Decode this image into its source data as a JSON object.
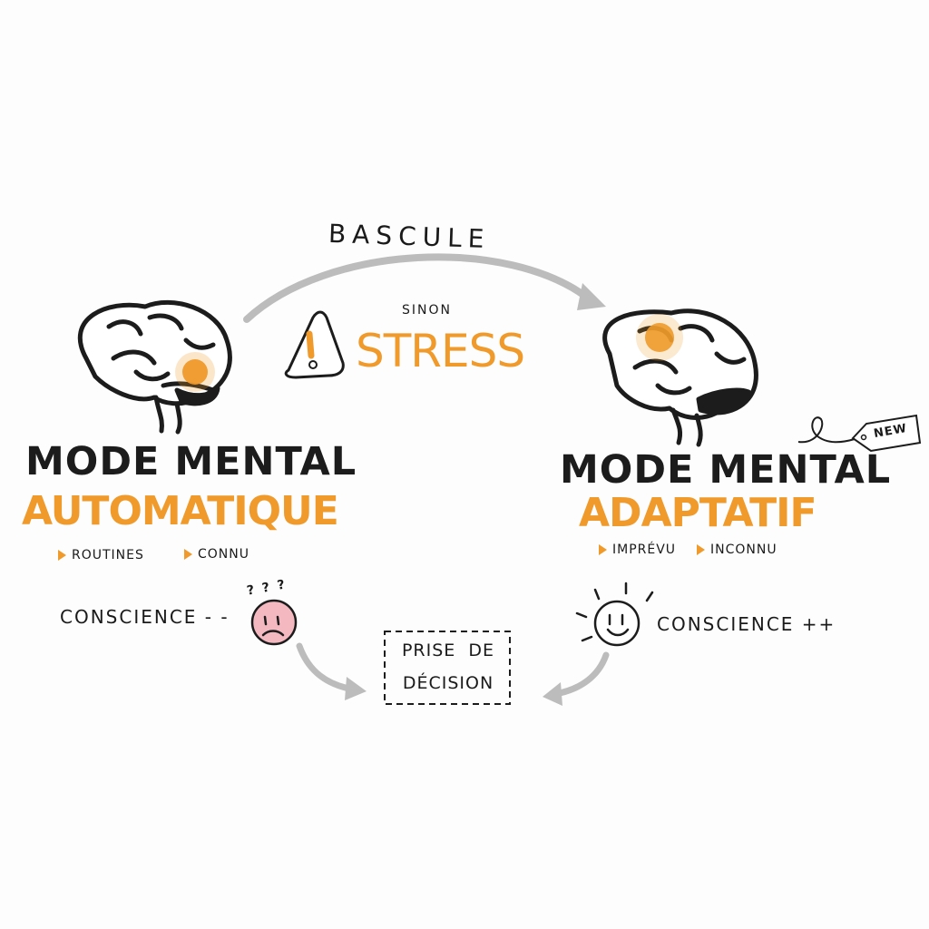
{
  "top_arrow": {
    "label": "BASCULE"
  },
  "middle": {
    "small_label": "SINON",
    "stress_label": "STRESS",
    "warning_icon": "warning-icon"
  },
  "left": {
    "title": "MODE MENTAL",
    "subtitle": "AUTOMATIQUE",
    "bullets": [
      "ROUTINES",
      "CONNU"
    ],
    "conscience": "CONSCIENCE - -",
    "face_icon": "sad-face-icon",
    "face_marks": "? ? ?"
  },
  "right": {
    "title": "MODE MENTAL",
    "subtitle": "ADAPTATIF",
    "bullets": [
      "IMPRÉVU",
      "INCONNU"
    ],
    "conscience": "CONSCIENCE ++",
    "face_icon": "happy-face-icon",
    "tag": "NEW"
  },
  "decision_box": {
    "line1": "PRISE  DE",
    "line2": "DÉCISION"
  },
  "colors": {
    "accent": "#ef9a2b",
    "arrow": "#bcbcbc",
    "ink": "#1c1c1c",
    "sad_face": "#f4b8c1"
  }
}
